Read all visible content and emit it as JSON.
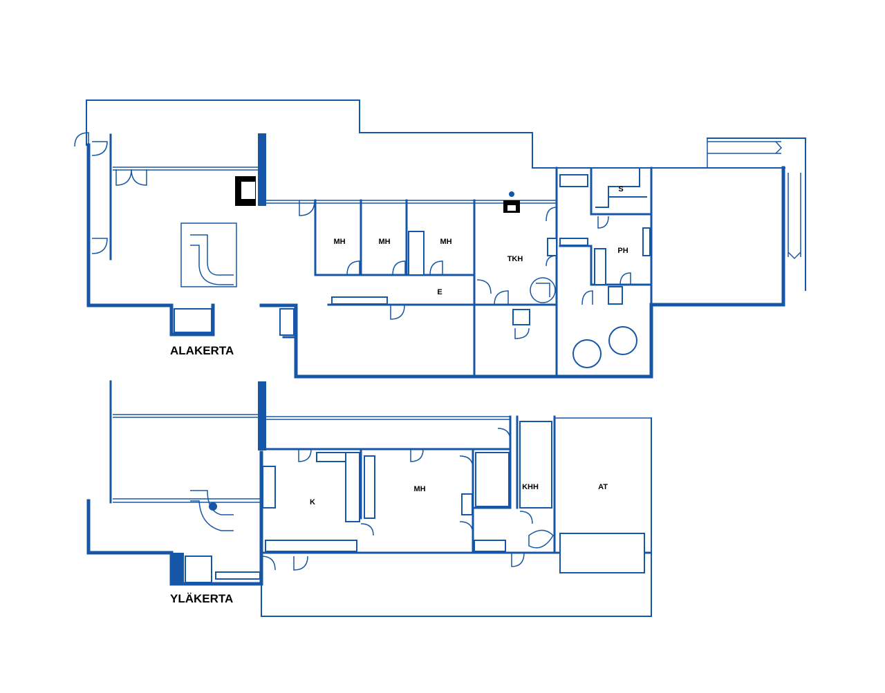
{
  "colors": {
    "wall": "#1556a6",
    "text": "#000000",
    "background": "#ffffff"
  },
  "floors": {
    "lower": {
      "label": "ALAKERTA",
      "rooms": {
        "mh1": "MH",
        "mh2": "MH",
        "mh3": "MH",
        "tkh": "TKH",
        "e": "E",
        "s": "S",
        "ph": "PH"
      }
    },
    "upper": {
      "label": "YLÄKERTA",
      "rooms": {
        "k": "K",
        "mh": "MH",
        "khh": "KHH",
        "at": "AT"
      }
    }
  }
}
